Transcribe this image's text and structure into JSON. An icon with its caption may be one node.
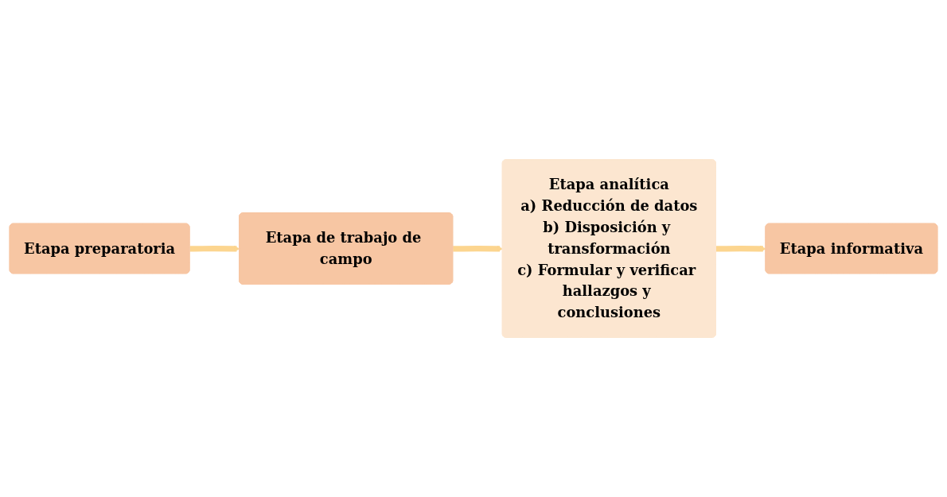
{
  "diagram": {
    "nodes": [
      {
        "text": [
          "Etapa preparatoria"
        ]
      },
      {
        "text": [
          "Etapa de trabajo de campo"
        ]
      },
      {
        "text": [
          "Etapa analítica",
          "a) Reducción de datos",
          "b) Disposición y transformación",
          "c) Formular y verificar hallazgos y conclusiones"
        ]
      },
      {
        "text": [
          "Etapa informativa"
        ]
      }
    ],
    "edges": [
      {
        "from": 0,
        "to": 1,
        "arrow": "to"
      },
      {
        "from": 1,
        "to": 2,
        "arrow": "to"
      },
      {
        "from": 2,
        "to": 3,
        "arrow": "to"
      }
    ]
  }
}
